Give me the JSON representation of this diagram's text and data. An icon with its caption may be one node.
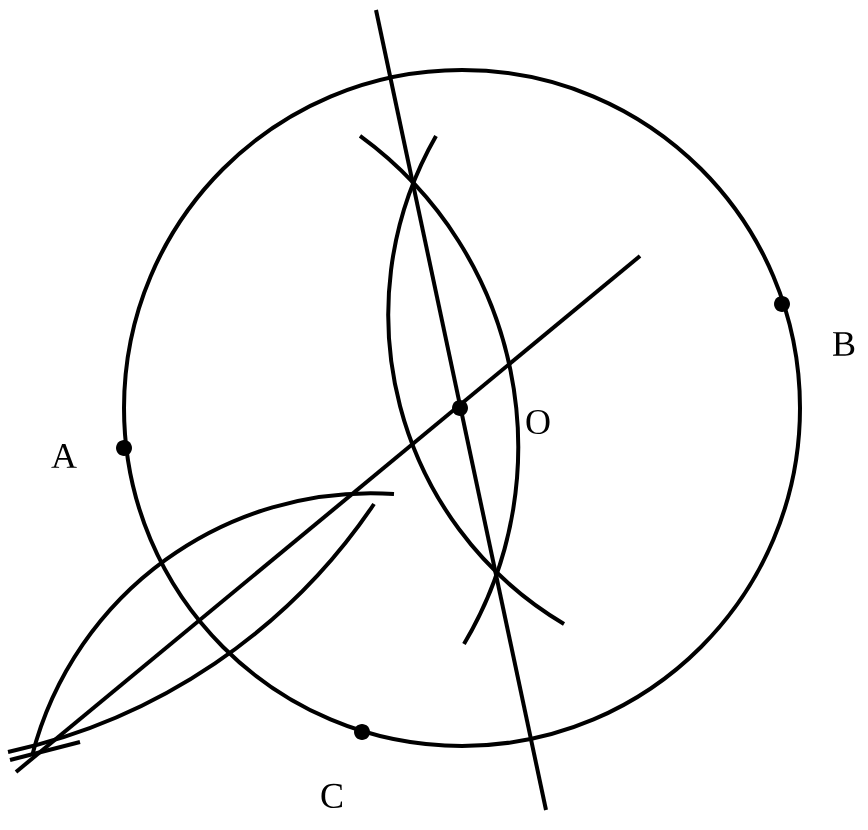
{
  "diagram": {
    "labels": [
      "B",
      "O",
      "A",
      "C"
    ]
  }
}
